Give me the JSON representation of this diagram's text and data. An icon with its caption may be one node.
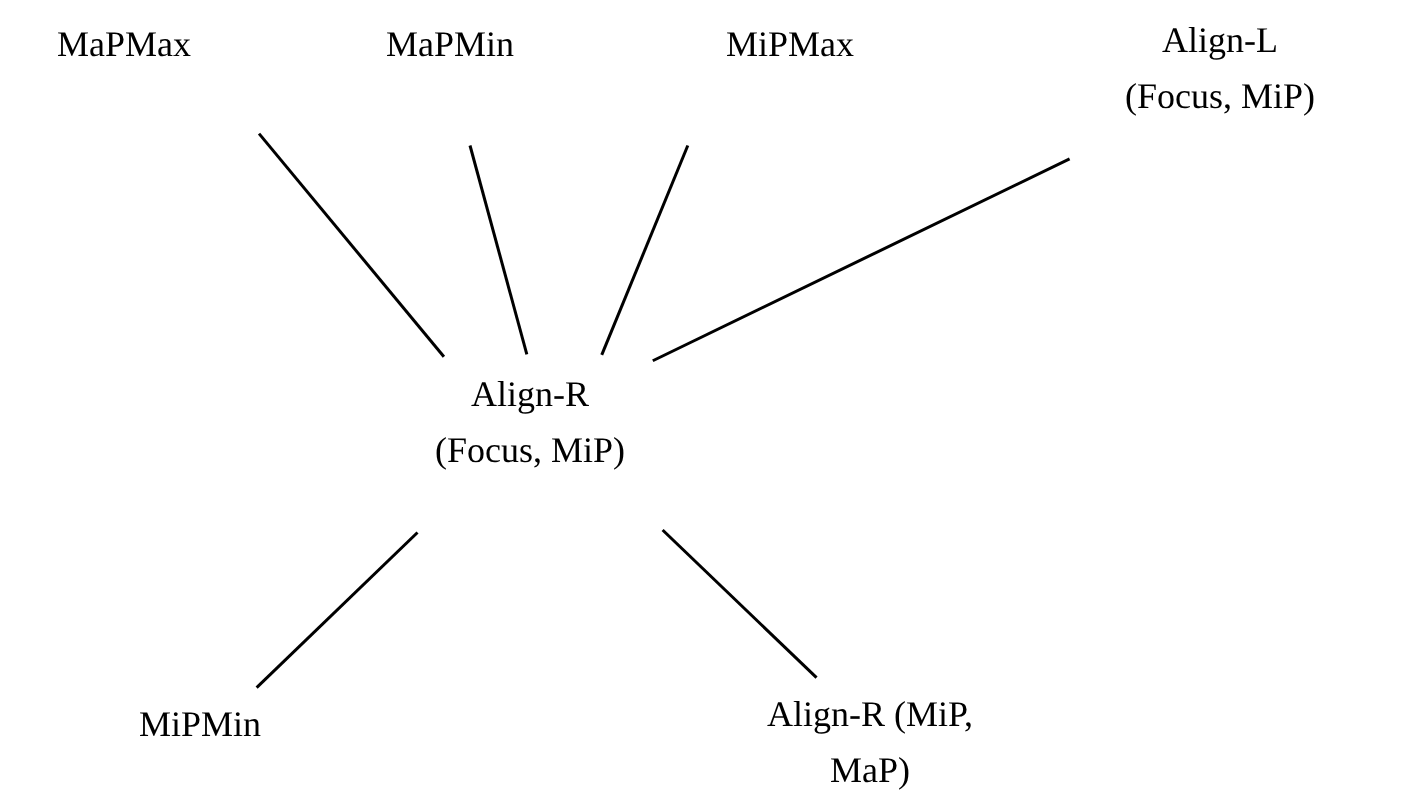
{
  "diagram": {
    "nodes": [
      {
        "text": [
          "MaPMax"
        ]
      },
      {
        "text": [
          "MaPMin"
        ]
      },
      {
        "text": [
          "MiPMax"
        ]
      },
      {
        "text": [
          "Align-L (Focus, MiP)"
        ]
      },
      {
        "text": [
          "Align-R (Focus, MiP)"
        ]
      },
      {
        "text": [
          "MiPMin"
        ]
      },
      {
        "text": [
          "Align-R (MiP, MaP)"
        ]
      }
    ],
    "edges": [
      {
        "from": 0,
        "to": 4,
        "arrow": "none"
      },
      {
        "from": 1,
        "to": 4,
        "arrow": "none"
      },
      {
        "from": 2,
        "to": 4,
        "arrow": "none"
      },
      {
        "from": 3,
        "to": 4,
        "arrow": "none"
      },
      {
        "from": 4,
        "to": 5,
        "arrow": "none"
      },
      {
        "from": 4,
        "to": 6,
        "arrow": "none"
      }
    ]
  }
}
